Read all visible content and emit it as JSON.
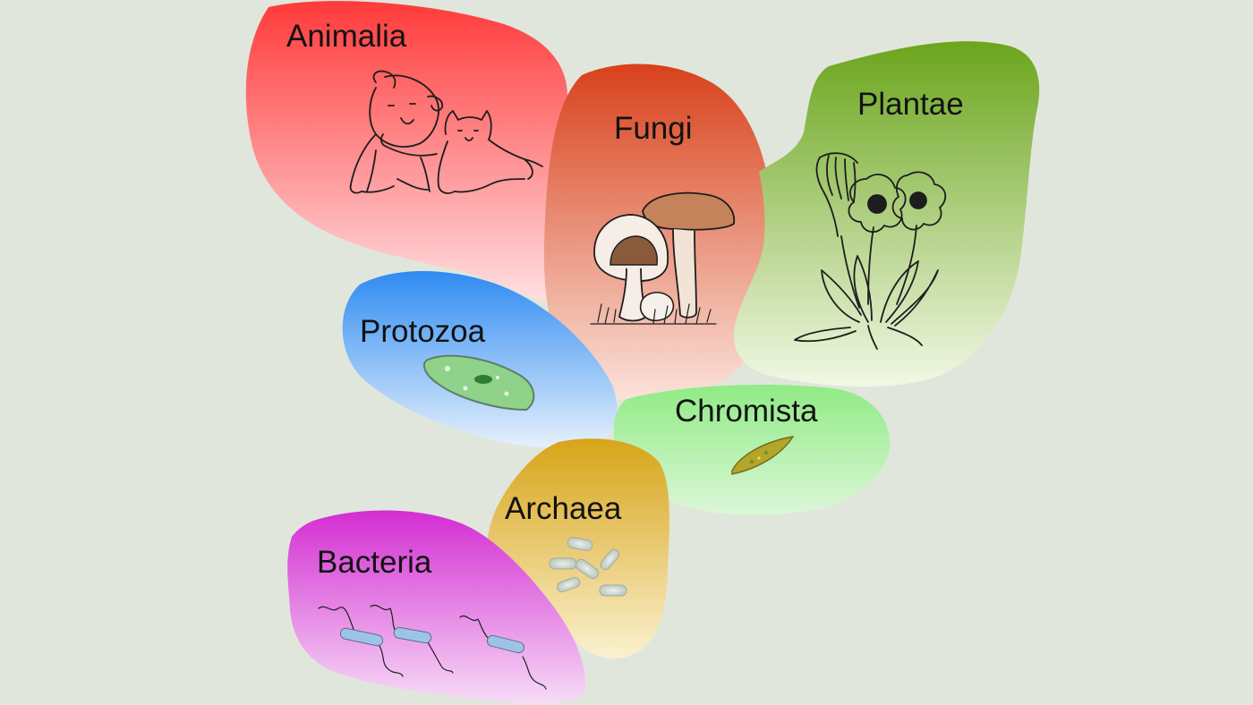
{
  "kingdoms": {
    "animalia": {
      "label": "Animalia",
      "colors": [
        "#ff3a3a",
        "#ffe1e4"
      ],
      "icon": "dog-and-cat-icon"
    },
    "fungi": {
      "label": "Fungi",
      "colors": [
        "#d8411b",
        "#fbe4dc"
      ],
      "icon": "mushroom-icon"
    },
    "plantae": {
      "label": "Plantae",
      "colors": [
        "#6ba51c",
        "#f1f8e4"
      ],
      "icon": "flower-plant-icon"
    },
    "protozoa": {
      "label": "Protozoa",
      "colors": [
        "#2f8bf2",
        "#e6f1fc"
      ],
      "icon": "paramecium-icon"
    },
    "chromista": {
      "label": "Chromista",
      "colors": [
        "#90eb85",
        "#dcf7d8"
      ],
      "icon": "diatom-icon"
    },
    "archaea": {
      "label": "Archaea",
      "colors": [
        "#d8a418",
        "#faf1d0"
      ],
      "icon": "archaea-rods-icon"
    },
    "bacteria": {
      "label": "Bacteria",
      "colors": [
        "#d32dd2",
        "#f7dcf7"
      ],
      "icon": "flagellated-bacteria-icon"
    }
  }
}
